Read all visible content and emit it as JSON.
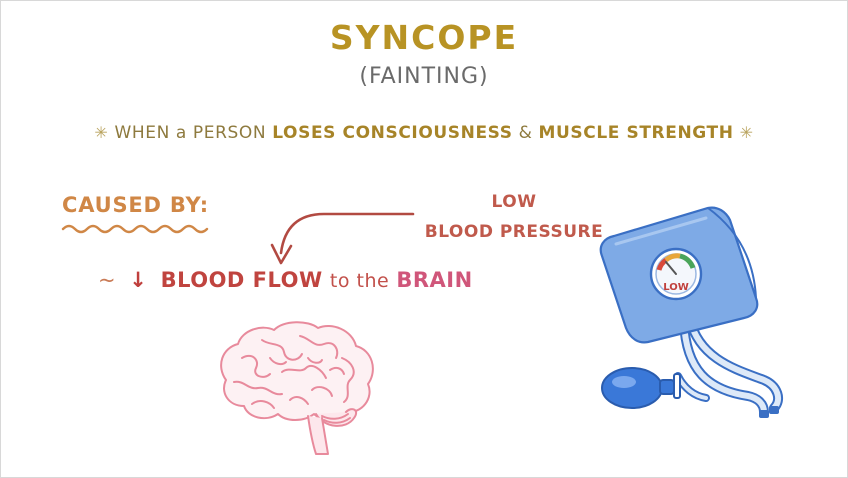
{
  "title": "SYNCOPE",
  "subtitle": "(FAINTING)",
  "definition": {
    "star": "✳",
    "part1": "WHEN a PERSON",
    "part2": "LOSES CONSCIOUSNESS",
    "part3": "&",
    "part4": "MUSCLE STRENGTH"
  },
  "cause": {
    "label": "CAUSED BY:",
    "source_line1": "LOW",
    "source_line2": "BLOOD PRESSURE",
    "effect_tilde": "~",
    "effect_arrow": "↓",
    "effect_part1": "BLOOD FLOW",
    "effect_part2": "to the",
    "effect_part3": "BRAIN"
  },
  "gauge": {
    "label": "LOW"
  },
  "icons": [
    "brain-illustration",
    "blood-pressure-cuff-icon",
    "down-arrow-icon",
    "curved-arrow-icon"
  ],
  "colors": {
    "title": "#b89324",
    "definition": "#a78428",
    "caused_by": "#d08746",
    "blood_flow": "#c0443f",
    "brain_text": "#d0567a",
    "brain_outline": "#e88a9c",
    "cuff_fill": "#7eaae6",
    "cuff_outline": "#3a6fc4"
  }
}
